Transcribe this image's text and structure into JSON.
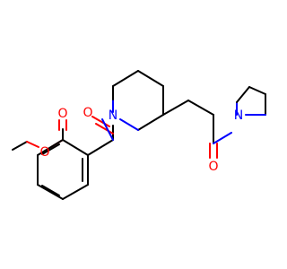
{
  "molecule": {
    "atoms": {
      "ester_o_methyl": "O",
      "ester_o_carbonyl": "O",
      "amide_o_upper": "O",
      "amide_o_lower": "O",
      "piperidine_n": "N",
      "pyrrolidine_n": "N"
    }
  },
  "colors": {
    "bond": "#000000",
    "oxygen": "#ff0000",
    "nitrogen": "#0000ff",
    "background": "#ffffff"
  }
}
